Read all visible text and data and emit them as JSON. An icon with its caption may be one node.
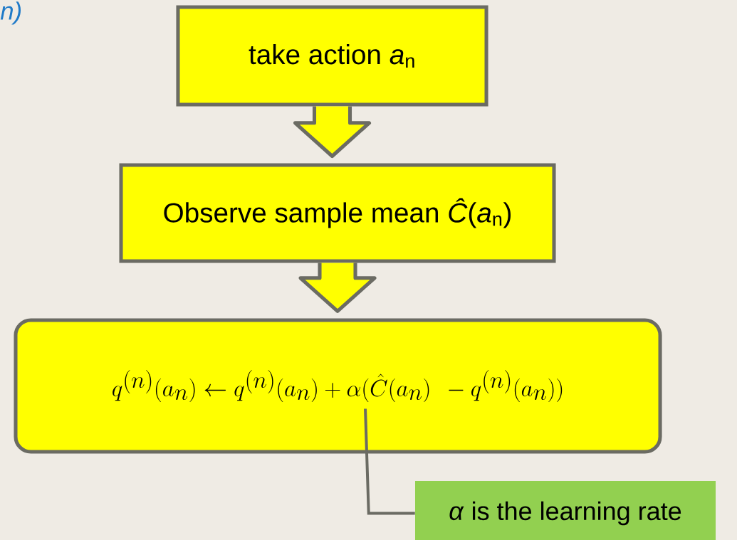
{
  "diagram": {
    "nodes": [
      {
        "text": [
          "take action *a*$_{n}$"
        ]
      },
      {
        "text": [
          "Observe sample mean *Ĉ*(*a*$_{n}$)"
        ]
      },
      {
        "text": [
          "q^{(n)}(a_n) \\leftarrow q^{(n)}(a_n) + \\alpha(\\hat{C}(a_n)\\ - q^{(n)}(a_n))"
        ]
      },
      {
        "text": [
          "*α* is the learning rate"
        ]
      }
    ],
    "edges": [
      {
        "from": 0,
        "to": 1,
        "arrow": "to",
        "style": "thick"
      },
      {
        "from": 1,
        "to": 2,
        "arrow": "to",
        "style": "thick"
      },
      {
        "from": 3,
        "to": 2,
        "arrow": "none"
      }
    ],
    "labels": [
      "n)"
    ]
  }
}
